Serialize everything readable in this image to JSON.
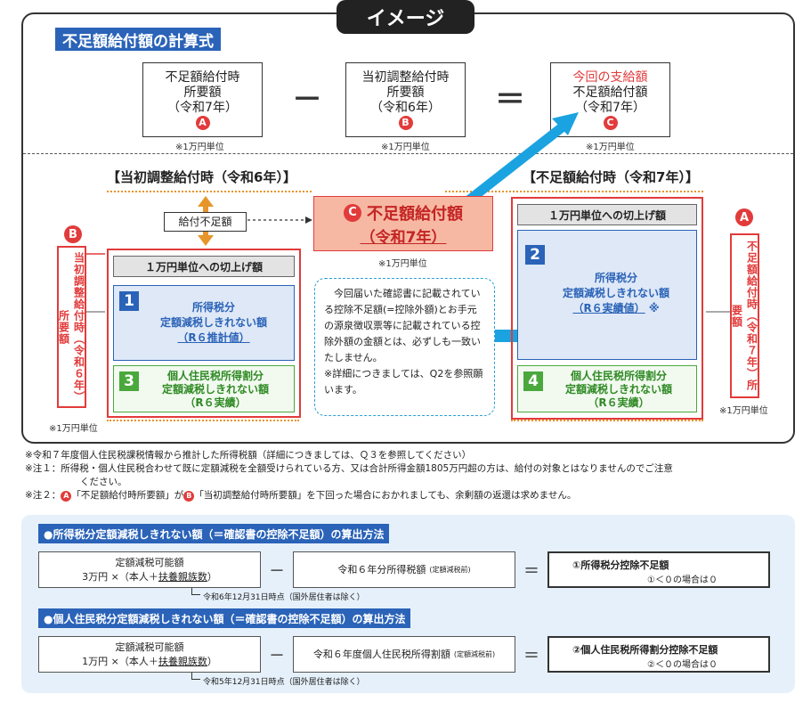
{
  "banner": "イメージ",
  "section_title": "不足額給付額の計算式",
  "formula": {
    "box_a": {
      "l1": "不足額給付時",
      "l2": "所要額",
      "l3": "（令和7年）",
      "mark": "A"
    },
    "minus": "－",
    "box_b": {
      "l1": "当初調整給付時",
      "l2": "所要額",
      "l3": "（令和6年）",
      "mark": "B"
    },
    "equals": "＝",
    "box_c": {
      "l0": "今回の支給額",
      "l1": "不足額給付額",
      "l2": "（令和7年）",
      "mark": "C"
    },
    "unit": "※1万円単位"
  },
  "left": {
    "header": "【当初調整給付時（令和6年）】",
    "mark": "B",
    "vertical": "当初調整給付時（令和６年）所要額",
    "round": "１万円単位への切上げ額",
    "p1": {
      "num": "1",
      "l1": "所得税分",
      "l2": "定額減税しきれない額",
      "l3": "（R６推計値）"
    },
    "p3": {
      "num": "3",
      "l1": "個人住民税所得割分",
      "l2": "定額減税しきれない額",
      "l3": "（R６実績）"
    },
    "unit": "※1万円単位",
    "shortfall": "給付不足額"
  },
  "center": {
    "mark": "C",
    "l1": "不足額給付額",
    "l2": "（令和7年）",
    "unit": "※1万円単位",
    "note": "今回届いた確認書に記載されている控除不足額(=控除外額)とお手元の源泉徴収票等に記載されている控除外額の金額とは、必ずしも一致いたしません。",
    "note2": "※詳細につきましては、Q2を参照願います。"
  },
  "right": {
    "header": "【不足額給付時（令和7年）】",
    "mark": "A",
    "vertical": "不足額給付時（令和７年）所要額",
    "round": "１万円単位への切上げ額",
    "p2": {
      "num": "2",
      "l1": "所得税分",
      "l2": "定額減税しきれない額",
      "l3": "（R６実績値）",
      "star": "※"
    },
    "p4": {
      "num": "4",
      "l1": "個人住民税所得割分",
      "l2": "定額減税しきれない額",
      "l3": "（R６実績）"
    },
    "unit": "※1万円単位"
  },
  "notes": {
    "n0": "※令和７年度個人住民税課税情報から推計した所得税額（詳細につきましては、Ｑ３を参照してください）",
    "n1a": "※注１：所得税・個人住民税合わせて既に定額減税を全額受けられている方、又は合計所得金額1805万円超の方は、給付の対象とはなりませんのでご注意",
    "n1b": "ください。",
    "n2a": "※注２：",
    "n2b": "「不足額給付時所要額」が",
    "n2c": "「当初調整給付時所要額」を下回った場合におかれましても、余剰額の返還は求めません。",
    "markA": "A",
    "markB": "B"
  },
  "calc1": {
    "title": "●所得税分定額減税しきれない額（＝確認書の控除不足額）の算出方法",
    "b1l1": "定額減税可能額",
    "b1l2a": "3万円 ×（本人＋",
    "b1l2b": "扶養親族数",
    "b1l2c": "）",
    "minus": "－",
    "b2": "令和６年分所得税額",
    "b2s": "(定額減税前)",
    "eq": "＝",
    "r1": "①所得税分控除不足額",
    "r2": "①＜０の場合は０",
    "foot": "令和6年12月31日時点（国外居住者は除く）"
  },
  "calc2": {
    "title": "●個人住民税分定額減税しきれない額（＝確認書の控除不足額）の算出方法",
    "b1l1": "定額減税可能額",
    "b1l2a": "1万円 ×（本人＋",
    "b1l2b": "扶養親族数",
    "b1l2c": "）",
    "minus": "－",
    "b2": "令和６年度個人住民税所得割額",
    "b2s": "(定額減税前)",
    "eq": "＝",
    "r1": "②個人住民税所得割分控除不足額",
    "r2": "②＜０の場合は０",
    "foot": "令和5年12月31日時点（国外居住者は除く）"
  },
  "colors": {
    "red": "#e23b3b",
    "blue": "#2a63b8",
    "cyan": "#1aa3e0",
    "orange": "#e7952a",
    "salmon": "#f6b8a3",
    "green": "#4aa83c"
  }
}
